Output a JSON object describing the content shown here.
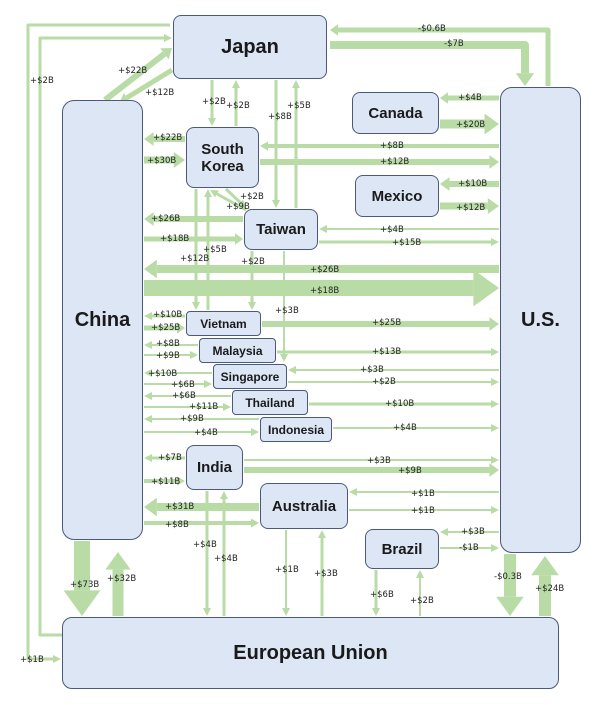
{
  "nodes": {
    "japan": "Japan",
    "south_korea": "South Korea",
    "taiwan": "Taiwan",
    "canada": "Canada",
    "mexico": "Mexico",
    "china": "China",
    "us": "U.S.",
    "vietnam": "Vietnam",
    "malaysia": "Malaysia",
    "singapore": "Singapore",
    "thailand": "Thailand",
    "indonesia": "Indonesia",
    "india": "India",
    "australia": "Australia",
    "brazil": "Brazil",
    "eu": "European Union"
  },
  "colors": {
    "node_fill": "#dce6f5",
    "node_border": "#4a5a78",
    "arrow": "#b9dca6"
  },
  "flows": [
    {
      "id": "us-japan-1",
      "label": "-$0.6B"
    },
    {
      "id": "us-japan-2",
      "label": "-$7B"
    },
    {
      "id": "china-japan-1",
      "label": "+$22B"
    },
    {
      "id": "china-japan-2",
      "label": "+$12B"
    },
    {
      "id": "eu-japan",
      "label": "+$2B"
    },
    {
      "id": "eu-china-left",
      "label": "+$1B"
    },
    {
      "id": "japan-korea-1",
      "label": "+$2B"
    },
    {
      "id": "japan-korea-2",
      "label": "+$2B"
    },
    {
      "id": "japan-taiwan-1",
      "label": "+$8B"
    },
    {
      "id": "japan-taiwan-2",
      "label": "+$5B"
    },
    {
      "id": "us-canada-1",
      "label": "+$4B"
    },
    {
      "id": "us-canada-2",
      "label": "+$20B"
    },
    {
      "id": "us-mexico-1",
      "label": "+$10B"
    },
    {
      "id": "us-mexico-2",
      "label": "+$12B"
    },
    {
      "id": "china-korea-1",
      "label": "+$22B"
    },
    {
      "id": "china-korea-2",
      "label": "+$30B"
    },
    {
      "id": "korea-us-1",
      "label": "+$8B"
    },
    {
      "id": "korea-us-2",
      "label": "+$12B"
    },
    {
      "id": "korea-taiwan-1",
      "label": "+$2B"
    },
    {
      "id": "korea-taiwan-2",
      "label": "+$9B"
    },
    {
      "id": "china-taiwan-1",
      "label": "+$26B"
    },
    {
      "id": "china-taiwan-2",
      "label": "+$18B"
    },
    {
      "id": "taiwan-us-1",
      "label": "+$4B"
    },
    {
      "id": "taiwan-us-2",
      "label": "+$15B"
    },
    {
      "id": "korea-vietnam-1",
      "label": "+$5B"
    },
    {
      "id": "korea-vietnam-2",
      "label": "+$12B"
    },
    {
      "id": "taiwan-vietnam",
      "label": "+$2B"
    },
    {
      "id": "china-us-1",
      "label": "+$26B"
    },
    {
      "id": "china-us-2",
      "label": "+$18B"
    },
    {
      "id": "taiwan-sea",
      "label": "+$3B"
    },
    {
      "id": "china-vietnam-1",
      "label": "+$10B"
    },
    {
      "id": "china-vietnam-2",
      "label": "+$25B"
    },
    {
      "id": "vietnam-us",
      "label": "+$25B"
    },
    {
      "id": "china-malaysia-1",
      "label": "+$8B"
    },
    {
      "id": "china-malaysia-2",
      "label": "+$9B"
    },
    {
      "id": "malaysia-us",
      "label": "+$13B"
    },
    {
      "id": "china-singapore-1",
      "label": "+$10B"
    },
    {
      "id": "china-singapore-2",
      "label": "+$6B"
    },
    {
      "id": "singapore-us-1",
      "label": "+$3B"
    },
    {
      "id": "singapore-us-2",
      "label": "+$2B"
    },
    {
      "id": "china-thailand-1",
      "label": "+$6B"
    },
    {
      "id": "china-thailand-2",
      "label": "+$11B"
    },
    {
      "id": "thailand-us",
      "label": "+$10B"
    },
    {
      "id": "china-indonesia-1",
      "label": "+$9B"
    },
    {
      "id": "china-indonesia-2",
      "label": "+$4B"
    },
    {
      "id": "indonesia-us",
      "label": "+$4B"
    },
    {
      "id": "china-india-1",
      "label": "+$7B"
    },
    {
      "id": "china-india-2",
      "label": "+$11B"
    },
    {
      "id": "india-us-1",
      "label": "+$3B"
    },
    {
      "id": "india-us-2",
      "label": "+$9B"
    },
    {
      "id": "china-australia-1",
      "label": "+$31B"
    },
    {
      "id": "china-australia-2",
      "label": "+$8B"
    },
    {
      "id": "australia-us-1",
      "label": "+$1B"
    },
    {
      "id": "australia-us-2",
      "label": "+$1B"
    },
    {
      "id": "india-eu-1",
      "label": "+$4B"
    },
    {
      "id": "india-eu-2",
      "label": "+$4B"
    },
    {
      "id": "australia-eu-1",
      "label": "+$1B"
    },
    {
      "id": "australia-eu-2",
      "label": "+$3B"
    },
    {
      "id": "brazil-us-1",
      "label": "+$3B"
    },
    {
      "id": "brazil-us-2",
      "label": "-$1B"
    },
    {
      "id": "brazil-eu-1",
      "label": "+$6B"
    },
    {
      "id": "brazil-eu-2",
      "label": "+$2B"
    },
    {
      "id": "china-eu-1",
      "label": "+$73B"
    },
    {
      "id": "china-eu-2",
      "label": "+$32B"
    },
    {
      "id": "us-eu-1",
      "label": "-$0.3B"
    },
    {
      "id": "us-eu-2",
      "label": "+$24B"
    }
  ]
}
